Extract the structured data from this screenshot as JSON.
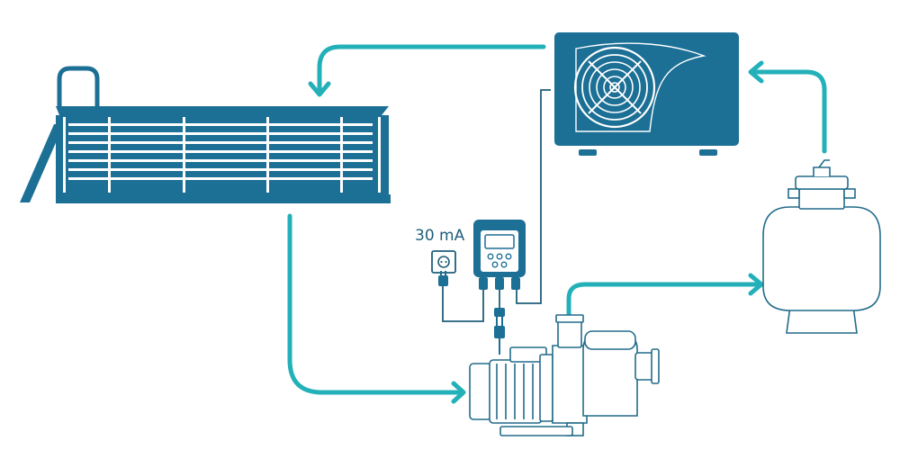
{
  "labels": {
    "rcd_rating": "30 mA"
  },
  "colors": {
    "equipment": "#1c6f95",
    "outline": "#226c8a",
    "flow": "#23b0b8",
    "wire": "#1f5f7a",
    "background": "#ffffff"
  },
  "components": [
    {
      "id": "pool",
      "icon": "above-ground-pool-icon"
    },
    {
      "id": "heat_pump",
      "icon": "heat-pump-fan-icon"
    },
    {
      "id": "sand_filter",
      "icon": "sand-filter-tank-icon"
    },
    {
      "id": "pool_pump",
      "icon": "pool-pump-icon"
    },
    {
      "id": "controller",
      "icon": "digital-controller-icon"
    },
    {
      "id": "socket",
      "icon": "power-socket-icon"
    }
  ]
}
